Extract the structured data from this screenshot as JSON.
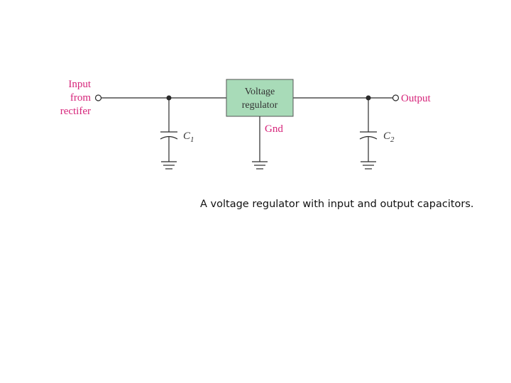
{
  "diagram": {
    "input_label": [
      "Input",
      "from",
      "rectifer"
    ],
    "output_label": "Output",
    "regulator_label": [
      "Voltage",
      "regulator"
    ],
    "ground_label": "Gnd",
    "capacitors": [
      {
        "name": "C",
        "subscript": "1"
      },
      {
        "name": "C",
        "subscript": "2"
      }
    ],
    "colors": {
      "label": "#d6247a",
      "regulator_fill": "#a8dbb8",
      "wire": "#2a2a2a"
    }
  },
  "caption": "A voltage regulator with input and output capacitors."
}
